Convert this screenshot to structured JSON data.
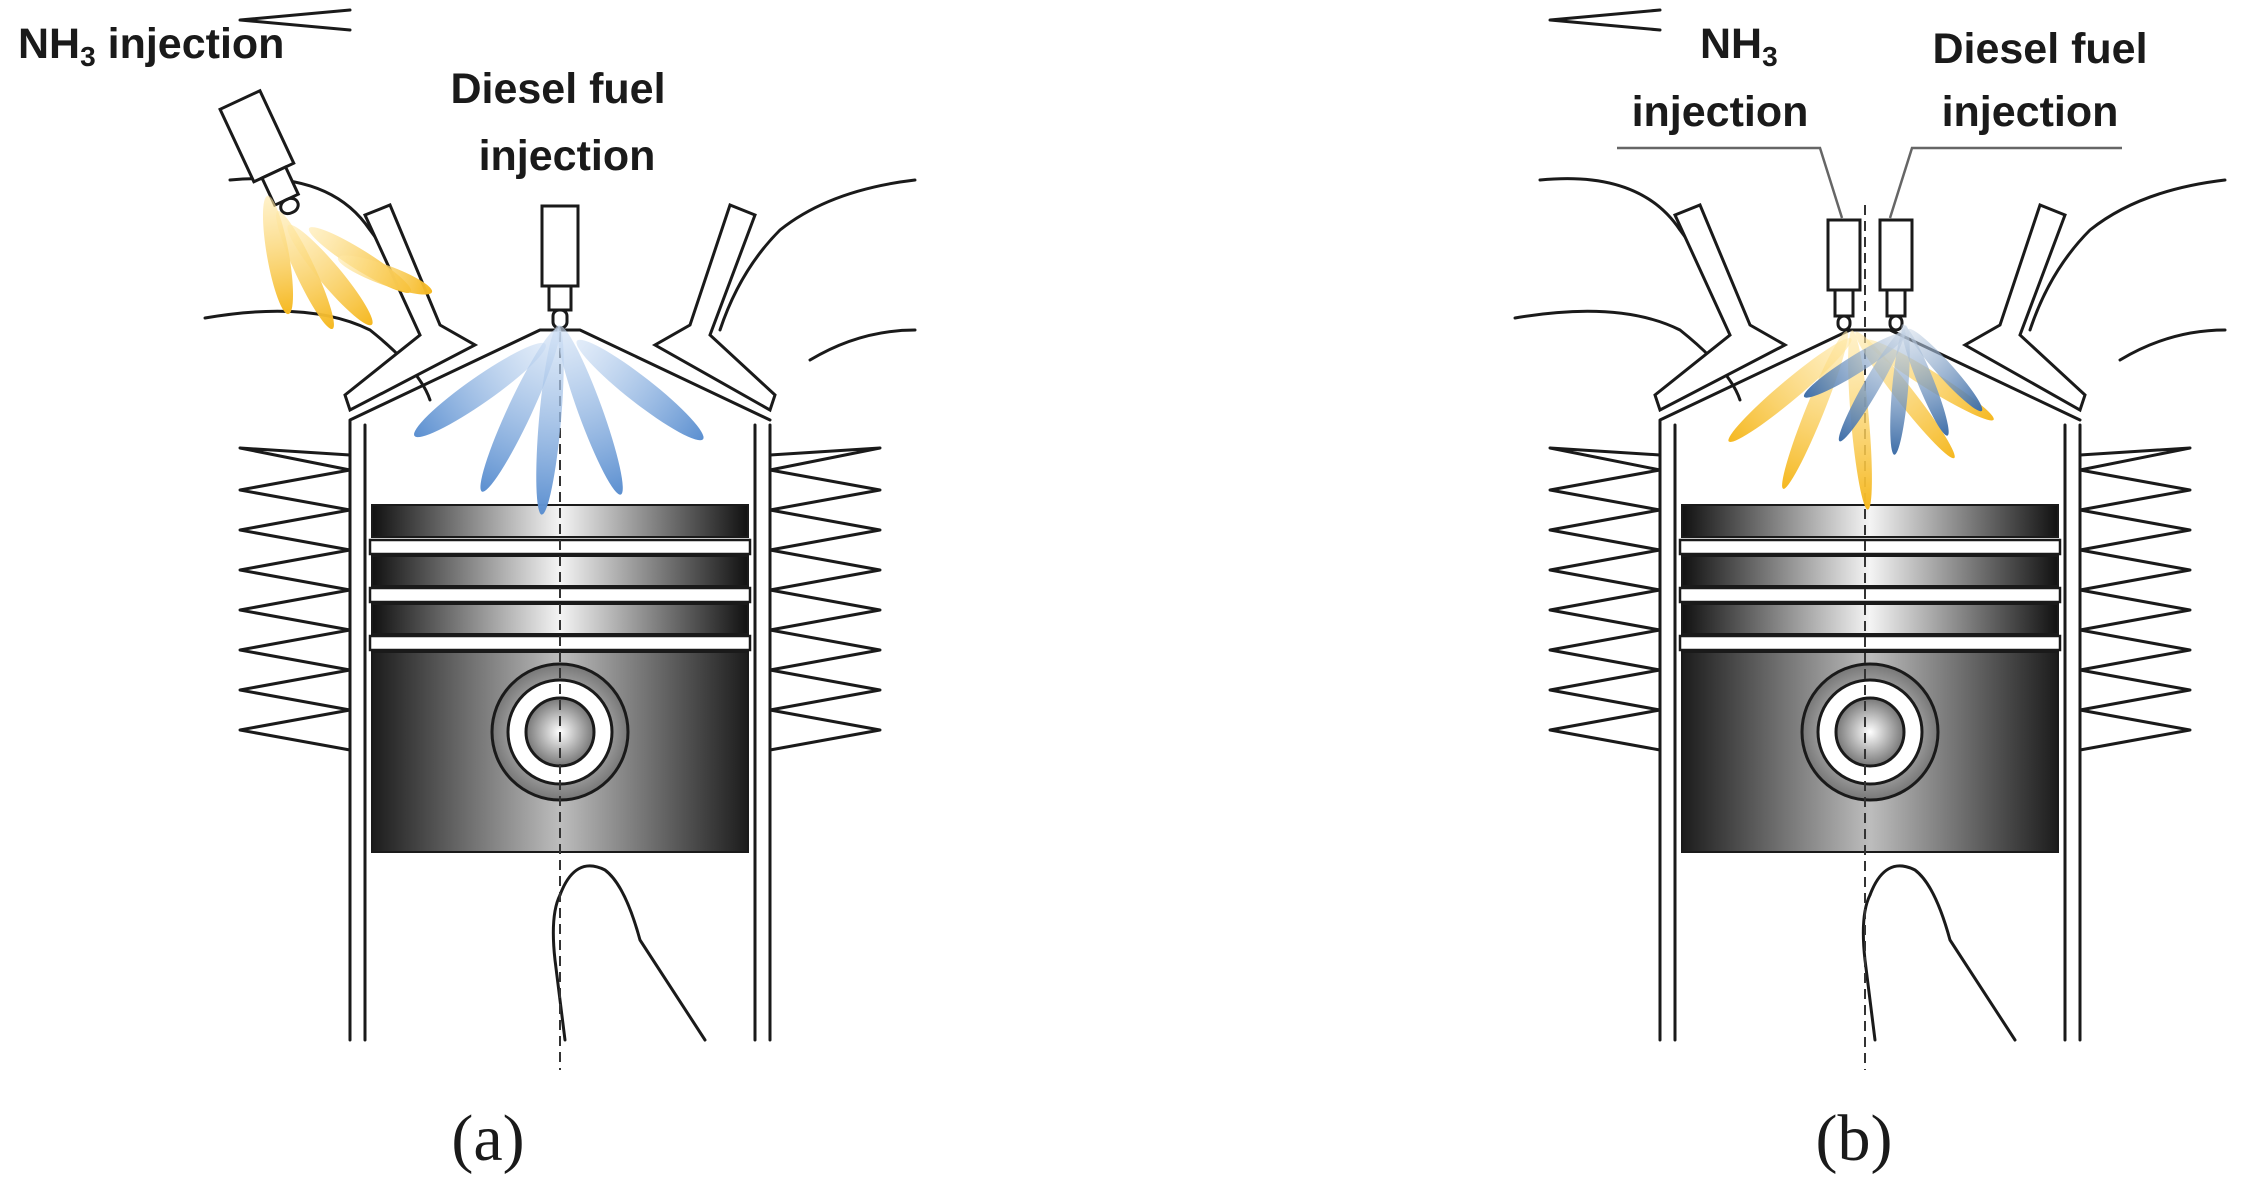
{
  "panel_a": {
    "nh3_label_main": "NH",
    "nh3_label_sub": "3",
    "nh3_label_rest": " injection",
    "diesel_label_line1": "Diesel fuel",
    "diesel_label_line2": "injection",
    "caption": "(a)"
  },
  "panel_b": {
    "nh3_label_line1_main": "NH",
    "nh3_label_line1_sub": "3",
    "nh3_label_line2": "injection",
    "diesel_label_line1": "Diesel fuel",
    "diesel_label_line2": "injection",
    "caption": "(b)"
  },
  "colors": {
    "nh3_spray": "#f5b820",
    "diesel_spray_a": "#5b8fd0",
    "diesel_spray_b": "#3e6ea8",
    "outline": "#1a1a1a"
  }
}
